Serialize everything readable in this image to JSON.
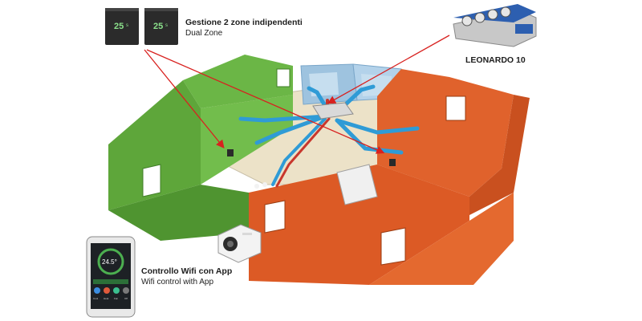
{
  "captions": {
    "zones_title": "Gestione 2 zone indipendenti",
    "zones_sub": "Dual Zone",
    "app_title": "Controllo Wifi con App",
    "app_sub": "Wifi control with App",
    "unit_name": "LEONARDO 10"
  },
  "thermostats": [
    {
      "display": "25",
      "unit": "s"
    },
    {
      "display": "25",
      "unit": "s"
    }
  ],
  "phone": {
    "temperature": "24.5°",
    "buttons": [
      "Cool",
      "Heat",
      "Fan",
      "Off"
    ]
  },
  "colors": {
    "green_wall": "#5ea63a",
    "orange_wall": "#e0622c",
    "blue_room": "#9ec3df",
    "floor": "#ece2c8",
    "duct_blue": "#2f9bd6",
    "duct_red": "#c8372d",
    "arrow_red": "#d8211f",
    "unit_blue": "#2d5fb0"
  }
}
